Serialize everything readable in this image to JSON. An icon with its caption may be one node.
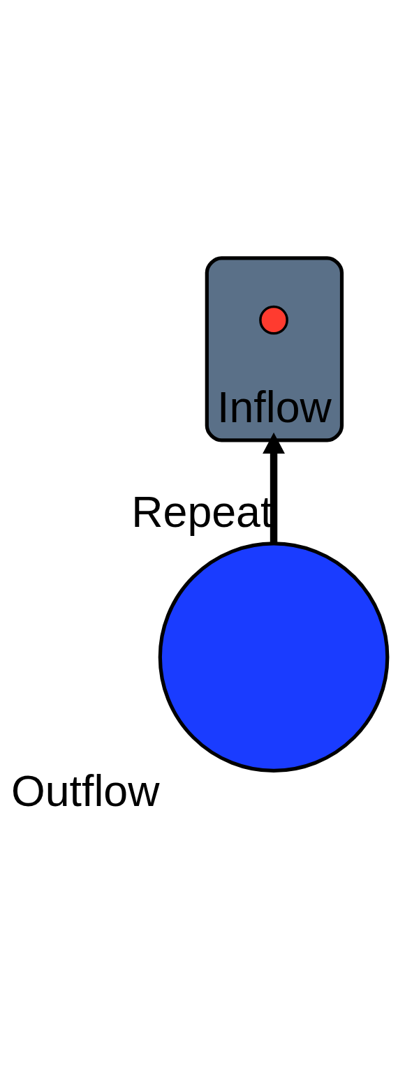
{
  "diagram": {
    "nodes": [
      {
        "text": [
          "Inflow"
        ]
      },
      {
        "text": [],
        "shape": "circle",
        "in": 0
      },
      {
        "text": [
          "Outflow"
        ]
      }
    ],
    "edges": [
      {
        "from": 2,
        "to": 0,
        "arrow": "to",
        "label": "Repeat"
      }
    ]
  }
}
